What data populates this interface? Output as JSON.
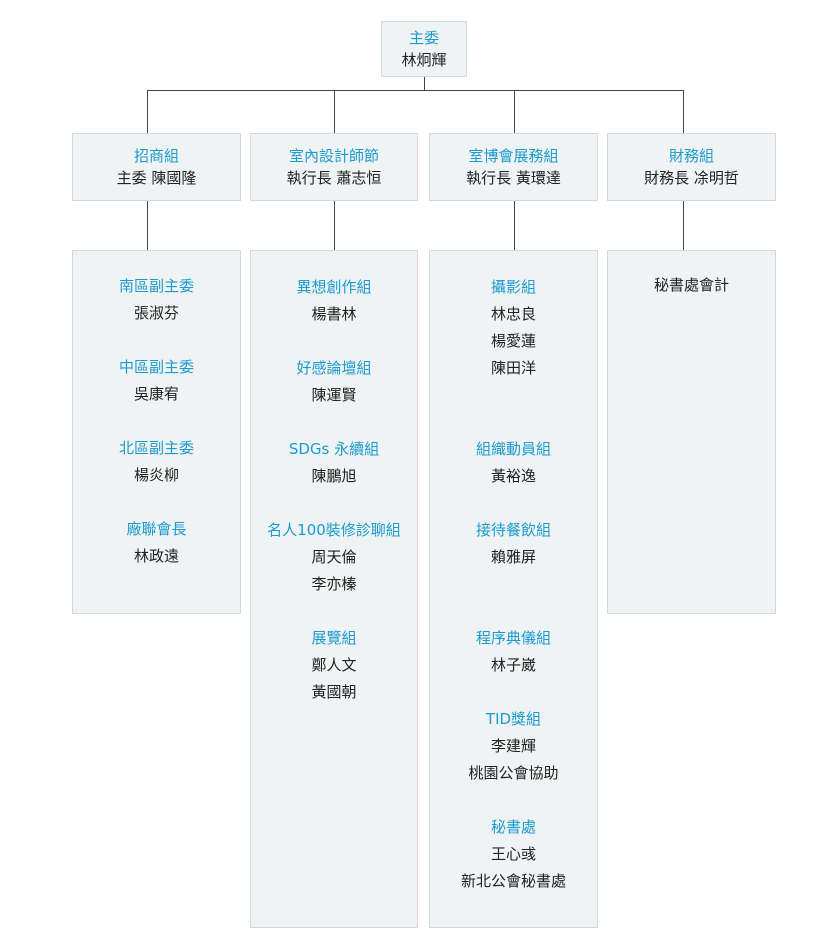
{
  "colors": {
    "accent": "#1a9bd0",
    "box_bg": "#f0f3f4",
    "box_border": "#d3d8db",
    "connector": "#444444"
  },
  "top": {
    "title": "主委",
    "name": "林炯輝"
  },
  "departments": [
    {
      "title": "招商組",
      "name": "主委 陳國隆",
      "groups": [
        {
          "title": "南區副主委",
          "names": [
            "張淑芬"
          ]
        },
        {
          "title": "中區副主委",
          "names": [
            "吳康宥"
          ]
        },
        {
          "title": "北區副主委",
          "names": [
            "楊炎柳"
          ]
        },
        {
          "title": "廠聯會長",
          "names": [
            "林政遠"
          ]
        }
      ]
    },
    {
      "title": "室內設計師節",
      "name": "執行長 蕭志恒",
      "groups": [
        {
          "title": "異想創作組",
          "names": [
            "楊書林"
          ]
        },
        {
          "title": "好感論壇組",
          "names": [
            "陳運賢"
          ]
        },
        {
          "title": "SDGs 永續組",
          "names": [
            "陳鵬旭"
          ]
        },
        {
          "title": "名人100裝修診聊組",
          "names": [
            "周天倫",
            "李亦榛"
          ]
        },
        {
          "title": "展覽組",
          "names": [
            "鄭人文",
            "黃國朝"
          ]
        }
      ]
    },
    {
      "title": "室博會展務組",
      "name": "執行長 黃環達",
      "groups": [
        {
          "title": "攝影組",
          "names": [
            "林忠良",
            "楊愛蓮",
            "陳田洋"
          ]
        },
        {
          "title": "組織動員組",
          "names": [
            "黃裕逸"
          ]
        },
        {
          "title": "接待餐飲組",
          "names": [
            "賴雅屏"
          ]
        },
        {
          "title": "程序典儀組",
          "names": [
            "林子崴"
          ]
        },
        {
          "title": "TID獎組",
          "names": [
            "李建輝",
            "桃園公會協助"
          ]
        },
        {
          "title": "秘書處",
          "names": [
            "王心彧",
            "新北公會秘書處"
          ]
        }
      ]
    },
    {
      "title": "財務組",
      "name": "財務長 凃明哲",
      "groups": [
        {
          "title": "",
          "names": [
            "秘書處會計"
          ]
        }
      ]
    }
  ]
}
